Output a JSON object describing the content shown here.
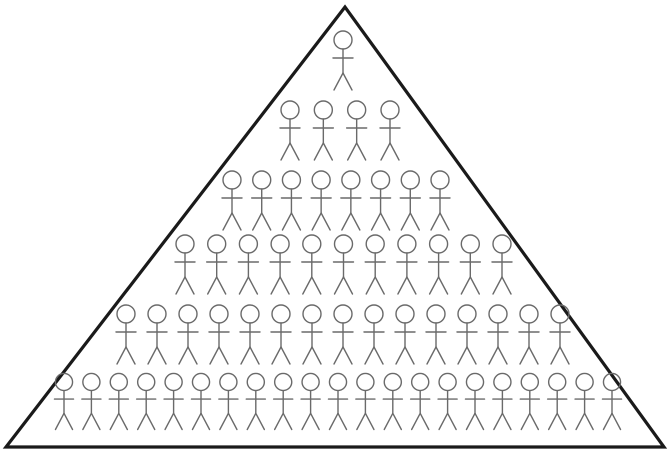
{
  "diagram": {
    "shape": "triangle",
    "figure_icon": "stick-figure-icon",
    "rows": [
      {
        "level": 1,
        "count": 1
      },
      {
        "level": 2,
        "count": 4
      },
      {
        "level": 3,
        "count": 8
      },
      {
        "level": 4,
        "count": 11
      },
      {
        "level": 5,
        "count": 15
      },
      {
        "level": 6,
        "count": 21
      }
    ],
    "colors": {
      "outline": "#1a1a1a",
      "figure_stroke": "#6a6a6a",
      "background": "#ffffff"
    }
  }
}
